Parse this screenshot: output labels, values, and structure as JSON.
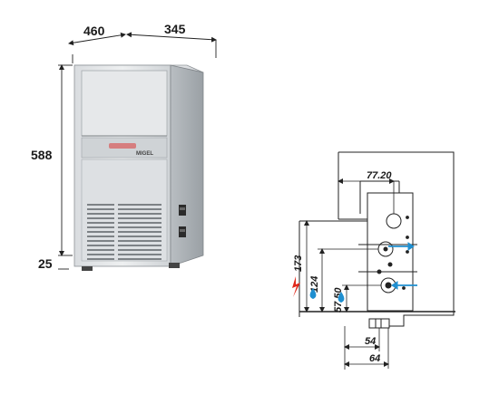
{
  "machine": {
    "brand_label": "MIGEL",
    "dimensions": {
      "width": "460",
      "depth": "345",
      "height": "588",
      "feet": "25"
    }
  },
  "connection_drawing": {
    "dimensions": {
      "top_offset": "77.20",
      "height_173": "173",
      "height_124": "124",
      "height_57": "57.50",
      "width_54": "54",
      "width_64": "64"
    },
    "colors": {
      "electric": "#e0291c",
      "water": "#1f8fd0"
    }
  }
}
